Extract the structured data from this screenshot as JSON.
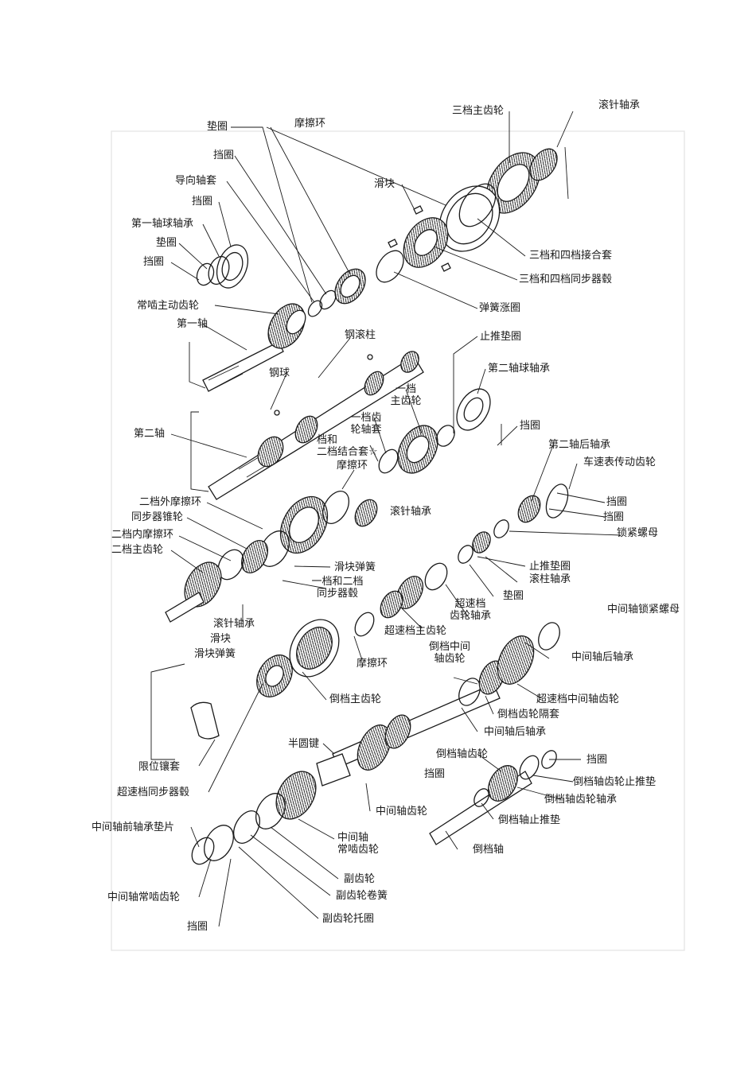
{
  "labels": {
    "third_gear": "三档主齿轮",
    "needle_bearing_top": "滚针轴承",
    "washer_top": "垫圈",
    "friction_ring_top": "摩擦环",
    "retaining_ring_1": "挡圈",
    "guide_sleeve": "导向轴套",
    "retaining_ring_2": "挡圈",
    "first_shaft_ball_bearing": "第一轴球轴承",
    "washer_2": "垫圈",
    "retaining_ring_3": "挡圈",
    "slider_top": "滑块",
    "sleeve_34": "三档和四档接合套",
    "hub_34": "三档和四档同步器毂",
    "spring_ring": "弹簧涨圈",
    "constant_drive_gear": "常啮主动齿轮",
    "first_shaft": "第一轴",
    "steel_roller": "钢滚柱",
    "steel_ball": "钢球",
    "thrust_washer_1": "止推垫圈",
    "second_shaft_ball_bearing": "第二轴球轴承",
    "first_main_gear": "一档\n主齿轮",
    "first_gear_sleeve": "一档齿\n轮轴套",
    "sleeve_12": "档和\n二档结合套☆",
    "friction_ring_2": "摩擦环",
    "second_shaft": "第二轴",
    "retaining_ring_4": "挡圈",
    "second_shaft_rear_bearing": "第二轴后轴承",
    "speedo_gear": "车速表传动齿轮",
    "retaining_ring_5": "挡圈",
    "retaining_ring_6": "挡圈",
    "lock_nut": "锁紧螺母",
    "second_outer_friction": "二档外摩擦环",
    "sync_cone": "同步器锥轮",
    "second_inner_friction": "二档内摩擦环",
    "second_main_gear": "二档主齿轮",
    "needle_bearing_2": "滚针轴承",
    "slider_spring": "滑块弹簧",
    "hub_12": "一档和二档\n同步器毂",
    "thrust_washer_2": "止推垫圈",
    "roller_bearing": "滚柱轴承",
    "washer_3": "垫圈",
    "overdrive_sleeve": "超速档\n齿轮轴承",
    "overdrive_main_gear": "超速档主齿轮",
    "countershaft_lock_nut": "中间轴锁紧螺母",
    "needle_bearing_3": "滚针轴承",
    "slider_2": "滑块",
    "slider_spring_2": "滑块弹簧",
    "friction_ring_3": "摩擦环",
    "reverse_counter_gear": "倒档中间\n轴齿轮",
    "countershaft_rear_bearing_1": "中间轴后轴承",
    "reverse_main_gear": "倒档主齿轮",
    "overdrive_counter_gear": "超速档中间轴齿轮",
    "reverse_gear_spacer": "倒档齿轮隔套",
    "countershaft_rear_bearing_2": "中间轴后轴承",
    "woodruff_key": "半圆键",
    "limit_sleeve": "限位镶套",
    "overdrive_hub": "超速档同步器毂",
    "reverse_shaft_gear": "倒档轴齿轮",
    "retaining_ring_7": "挡圈",
    "retaining_ring_8": "挡圈",
    "reverse_gear_thrust": "倒档轴齿轮止推垫",
    "reverse_gear_bearing": "倒档轴齿轮轴承",
    "countershaft_gear": "中间轴齿轮",
    "reverse_shaft_thrust": "倒档轴止推垫",
    "countershaft_front_shim": "中间轴前轴承垫片",
    "counter_constant_gear_1": "中间轴\n常啮齿轮",
    "reverse_shaft": "倒档轴",
    "aux_gear": "副齿轮",
    "counter_constant_gear_2": "中间轴常啮齿轮",
    "aux_gear_spring": "副齿轮卷簧",
    "retaining_ring_9": "挡圈",
    "aux_gear_carrier": "副齿轮托圈"
  }
}
